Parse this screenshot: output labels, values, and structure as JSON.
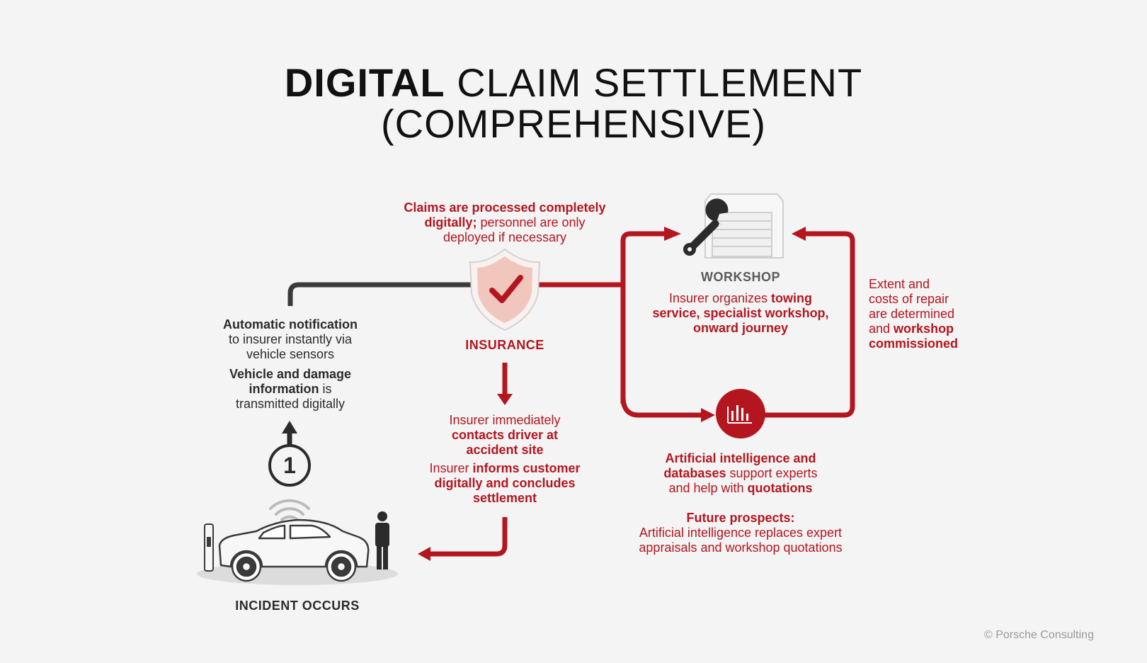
{
  "title": {
    "bold": "DIGITAL",
    "rest": " CLAIM SETTLEMENT",
    "line2": "(COMPREHENSIVE)"
  },
  "insurance": {
    "label": "INSURANCE",
    "top_note": {
      "bold": "Claims are processed completely digitally;",
      "rest": " personnel are only deployed if necessary"
    },
    "contact": {
      "pre": "Insurer immediately ",
      "bold": "contacts driver at accident site"
    },
    "inform": {
      "pre": "Insurer ",
      "bold": "informs customer digitally and concludes settlement"
    }
  },
  "workshop": {
    "label": "WORKSHOP",
    "note": {
      "pre": "Insurer organizes ",
      "bold": "towing service, specialist workshop, onward journey"
    }
  },
  "repair": {
    "pre": "Extent and costs of repair are determined and ",
    "bold": "workshop commissioned"
  },
  "ai": {
    "note": {
      "bold1": "Artificial intelligence and databases",
      "mid": " support experts and help with ",
      "bold2": "quotations"
    },
    "future_title": "Future prospects:",
    "future_text": "Artificial intelligence replaces expert appraisals and workshop quotations"
  },
  "notification": {
    "p1": {
      "bold": "Automatic notification",
      "rest": " to insurer instantly via vehicle sensors"
    },
    "p2": {
      "bold": "Vehicle and damage information",
      "rest": " is transmitted digitally"
    }
  },
  "step_number": "1",
  "incident": {
    "label": "INCIDENT OCCURS"
  },
  "copyright": "© Porsche Consulting",
  "colors": {
    "red": "#b3161f",
    "dark": "#3a3a3a",
    "shield_fill": "#f0c6bd",
    "bg": "#f4f4f4"
  },
  "icons": [
    "shield-check-icon",
    "wrench-icon",
    "garage-icon",
    "bar-chart-icon",
    "wifi-icon",
    "car-icon",
    "person-icon",
    "charging-station-icon",
    "arrow-up-icon"
  ]
}
